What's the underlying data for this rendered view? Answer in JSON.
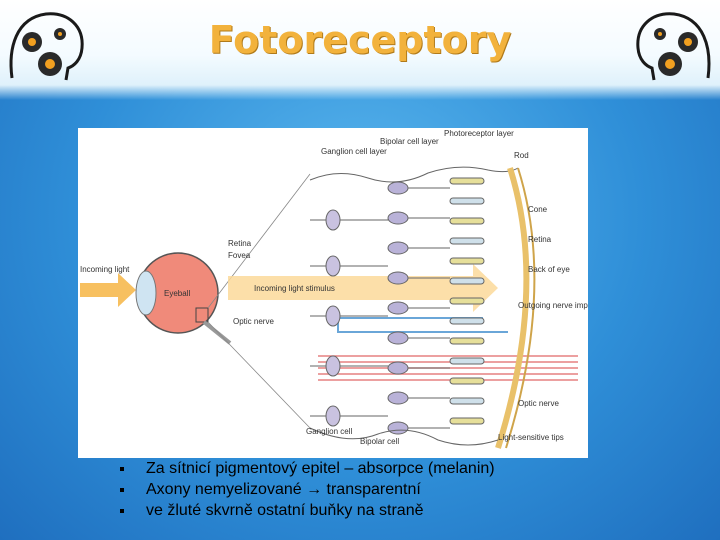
{
  "slide": {
    "title": "Fotoreceptory"
  },
  "figure": {
    "labels": {
      "incoming_light": "Incoming light",
      "retina_left": "Retina",
      "fovea": "Fovea",
      "eyeball": "Eyeball",
      "optic_nerve_left": "Optic nerve",
      "incoming_light_stimulus": "Incoming light stimulus",
      "ganglion_cell_layer": "Ganglion cell layer",
      "bipolar_cell_layer": "Bipolar cell layer",
      "photoreceptor_layer": "Photoreceptor layer",
      "rod": "Rod",
      "cone": "Cone",
      "retina_right": "Retina",
      "back_of_eye": "Back of eye",
      "outgoing_impulse": "Outgoing nerve impulse to visual cortex",
      "optic_nerve_right": "Optic nerve",
      "ganglion_cell": "Ganglion cell",
      "bipolar_cell": "Bipolar cell",
      "light_sensitive_tips": "Light-sensitive tips"
    }
  },
  "bullets": [
    "Za sítnicí pigmentový epitel – absorpce (melanin)",
    "Axony nemyelizované → transparentní",
    "ve žluté skvrně ostatní buňky na straně"
  ],
  "colors": {
    "title": "#f2b23c",
    "background": "#2f8fd8",
    "eyeball": "#f08a7a",
    "light_arrow": "#f7c060",
    "impulse": "#e06060"
  }
}
